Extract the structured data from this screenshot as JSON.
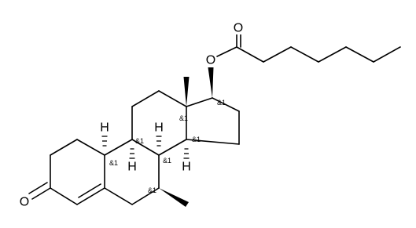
{
  "molecule": {
    "atom_labels": {
      "o_ketone": "O",
      "o_ester": "O",
      "o_carbonyl": "O",
      "h_c10": "H",
      "h_c8": "H",
      "h_c9": "H",
      "h_c14": "H"
    },
    "stereo_labels": {
      "s_c17": "&1",
      "s_c13": "&1",
      "s_c10": "&1",
      "s_c9": "&1",
      "s_c8": "&1",
      "s_c14": "&1",
      "s_c7": "&1"
    },
    "colors": {
      "ink": "#000000",
      "background": "#ffffff"
    }
  }
}
